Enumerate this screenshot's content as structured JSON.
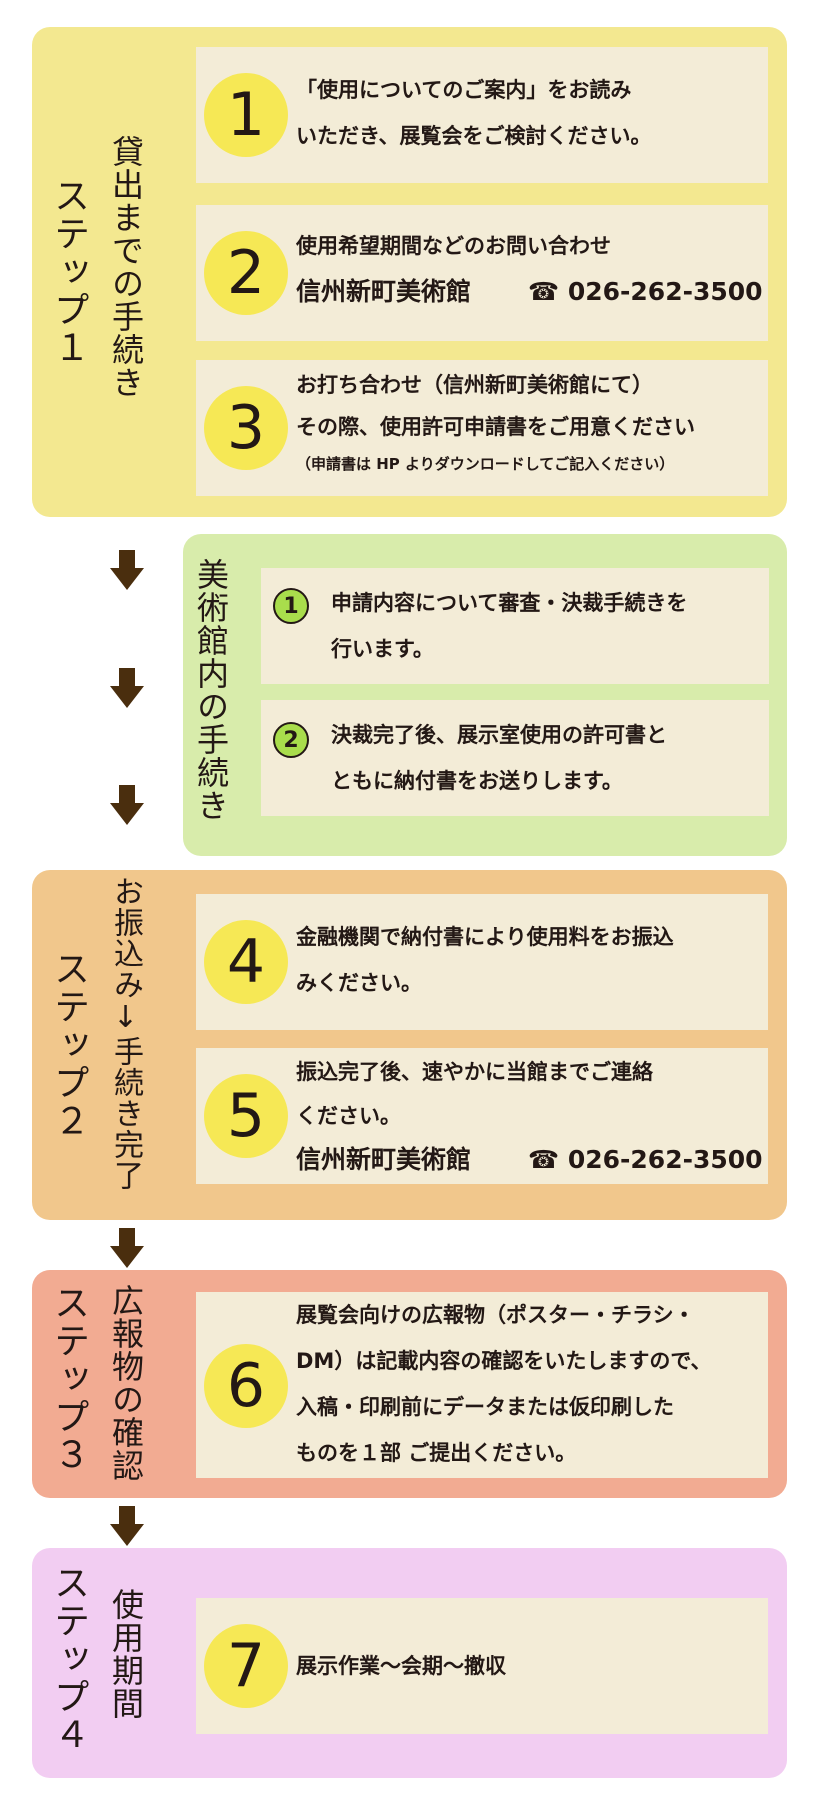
{
  "colors": {
    "step1_bg": "#f3e890",
    "inner_bg": "#d8ecab",
    "step2_bg": "#f1c78c",
    "step3_bg": "#f2ab92",
    "step4_bg": "#f2cdf2",
    "box_bg": "#f3ecd7",
    "number_circle": "#f6e855",
    "small_circle": "#a9dd4c",
    "arrow": "#4a2e0e",
    "step4_text": "#231815"
  },
  "step1": {
    "label": "ステップ１",
    "sublabel": "貸出までの手続き",
    "items": [
      {
        "num": "1",
        "lines": [
          "「使用についてのご案内」をお読み",
          "いただき、展覧会をご検討ください。"
        ]
      },
      {
        "num": "2",
        "line1": "使用希望期間などのお問い合わせ",
        "org": "信州新町美術館",
        "phone": "☎ 026-262-3500"
      },
      {
        "num": "3",
        "lines": [
          "お打ち合わせ（信州新町美術館にて）",
          "その際、使用許可申請書をご用意ください"
        ],
        "note": "（申請書は HP よりダウンロードしてご記入ください）"
      }
    ]
  },
  "inner": {
    "label": "美術館内の手続き",
    "items": [
      {
        "num": "1",
        "lines": [
          "申請内容について審査・決裁手続きを",
          "行います。"
        ]
      },
      {
        "num": "2",
        "lines": [
          "決裁完了後、展示室使用の許可書と",
          "ともに納付書をお送りします。"
        ]
      }
    ]
  },
  "step2": {
    "label": "ステップ２",
    "sublabel": "お振込み↓手続き完了",
    "items": [
      {
        "num": "4",
        "lines": [
          "金融機関で納付書により使用料をお振込",
          "みください。"
        ]
      },
      {
        "num": "5",
        "lines": [
          "振込完了後、速やかに当館までご連絡",
          "ください。"
        ],
        "org": "信州新町美術館",
        "phone": "☎ 026-262-3500"
      }
    ]
  },
  "step3": {
    "label": "ステップ３",
    "sublabel": "広報物の確認",
    "items": [
      {
        "num": "6",
        "lines": [
          "展覧会向けの広報物（ポスター・チラシ・",
          "DM）は記載内容の確認をいたしますので、",
          "入稿・印刷前にデータまたは仮印刷した",
          "ものを１部 ご提出ください。"
        ]
      }
    ]
  },
  "step4": {
    "label": "ステップ４",
    "sublabel": "使用期間",
    "items": [
      {
        "num": "7",
        "lines": [
          "展示作業～会期～撤収"
        ]
      }
    ]
  }
}
